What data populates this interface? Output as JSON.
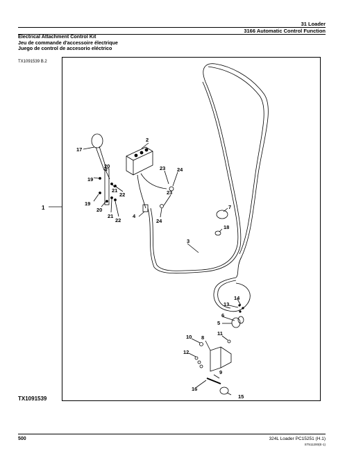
{
  "header": {
    "section": "31 Loader",
    "subsection": "3166 Automatic Control Function"
  },
  "title": {
    "english": "Electrical Attachment Control Kit",
    "french": "Jeu de commande d'accessoire électrique",
    "spanish": "Juego de control de accesorio eléctrico"
  },
  "doc_id": "TX1091539 B.2",
  "figure_id": "TX1091539",
  "callouts": {
    "c1": "1",
    "c2": "2",
    "c3": "3",
    "c4": "4",
    "c5": "5",
    "c6": "6",
    "c7": "7",
    "c8": "8",
    "c9": "9",
    "c10": "10",
    "c11": "11",
    "c12": "12",
    "c13": "13",
    "c14": "14",
    "c15": "15",
    "c16": "16",
    "c17": "17",
    "c18": "18",
    "c19": "19",
    "c20": "20",
    "c21": "21",
    "c22": "22",
    "c23": "23",
    "c24": "24"
  },
  "footer": {
    "page": "500",
    "right": "324L Loader    PC15251    (H.1)",
    "code": "ST511200(E-1)"
  }
}
